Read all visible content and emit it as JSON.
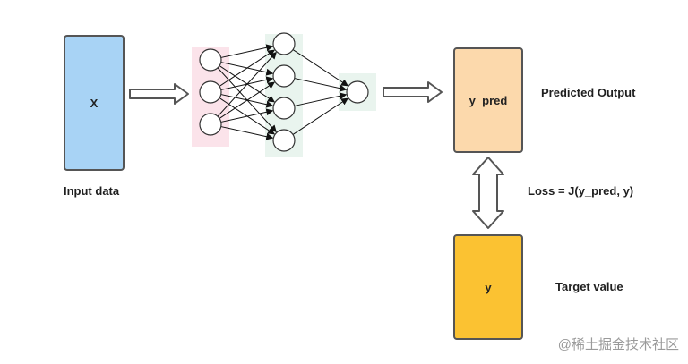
{
  "input_box": {
    "text": "X",
    "color": "#a8d3f5"
  },
  "input_label": "Input data",
  "pred_box": {
    "text": "y_pred",
    "color": "#fcd9ac"
  },
  "pred_label": "Predicted Output",
  "loss_label": "Loss = J(y_pred, y)",
  "target_box": {
    "text": "y",
    "color": "#fbc232"
  },
  "target_label": "Target value",
  "network": {
    "layer_sizes": [
      3,
      4,
      1
    ],
    "layer_bg_colors": [
      "#fbe3ea",
      "#e9f4ee",
      "#e9f4ee"
    ]
  },
  "watermark": "@稀土掘金技术社区"
}
